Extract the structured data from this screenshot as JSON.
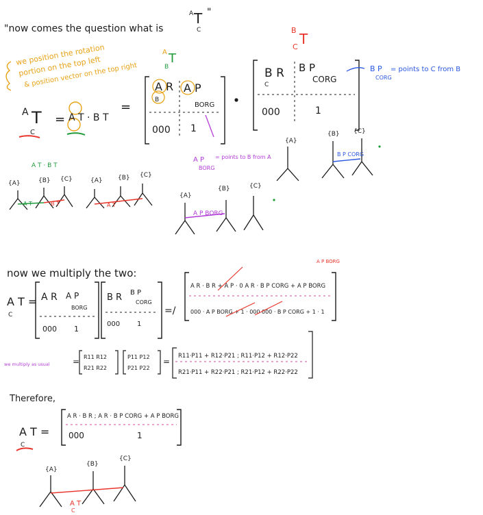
{
  "header": {
    "question": "\"now comes the question what is",
    "question_sup": "A",
    "question_sub": "C",
    "question_T": "T",
    "question_close": "\""
  },
  "note_orange": {
    "line1": "we position the rotation",
    "line2": "portion on the top left",
    "line3": "& position vector on the top right",
    "label": "A",
    "label_sub": "B",
    "label_T": "T"
  },
  "eq1": {
    "lhs": "A",
    "lhs_sub": "C",
    "T": "T",
    "eq": "=",
    "mid": "A T · B T",
    "eq2": "="
  },
  "matrix_left": {
    "r": "A R",
    "sub": "B",
    "p": "A P",
    "p_sub": "BORG",
    "zeros": "000",
    "one": "1"
  },
  "matrix_right": {
    "title_sup": "B",
    "title_sub": "C",
    "title_T": "T",
    "r": "B R",
    "sub": "C",
    "p": "B P",
    "p_sub": "CORG",
    "zeros": "000",
    "one": "1"
  },
  "annot_blue": {
    "text": "B P",
    "sub": "CORG",
    "desc": "= points to C from B"
  },
  "annot_purple": {
    "text": "A P",
    "sub": "BORG",
    "desc": "= points to B from A"
  },
  "frames": {
    "a": "{A}",
    "b": "{B}",
    "c": "{C}"
  },
  "mini": {
    "t1": "A T",
    "t2": "B T",
    "combo": "A T · B T"
  },
  "frame_labels": {
    "atb": "A T",
    "bpcorg": "B P CORG",
    "apborg": "A P BORG",
    "btc": "B T",
    "atc": "A T"
  },
  "multiply": {
    "heading": "now we multiply the two:",
    "lhs": "A T =",
    "lhs_sub": "C",
    "approx": "=/",
    "res_top": "A R · B R + A P · 0  A R · B P CORG + A P BORG",
    "res_bot": "000 · A P BORG + 1 · 000   000 · B P CORG + 1 · 1",
    "anno": "A P BORG"
  },
  "usual": {
    "label": "we multiply as usual",
    "eq": "=",
    "m1": [
      "R11 R12",
      "R21 R22"
    ],
    "m2": [
      "P11 P12",
      "P21 P22"
    ],
    "res1": "R11·P11 + R12·P21 ; R11·P12 + R12·P22",
    "res2": "R21·P11 + R22·P21 ; R21·P12 + R22·P22"
  },
  "therefore": {
    "heading": "Therefore,",
    "lhs": "A T =",
    "lhs_sub": "C",
    "top": "A R · B R ; A R · B P CORG + A P BORG",
    "zeros": "000",
    "one": "1"
  },
  "bottom": {
    "label": "A T",
    "sub": "C"
  }
}
